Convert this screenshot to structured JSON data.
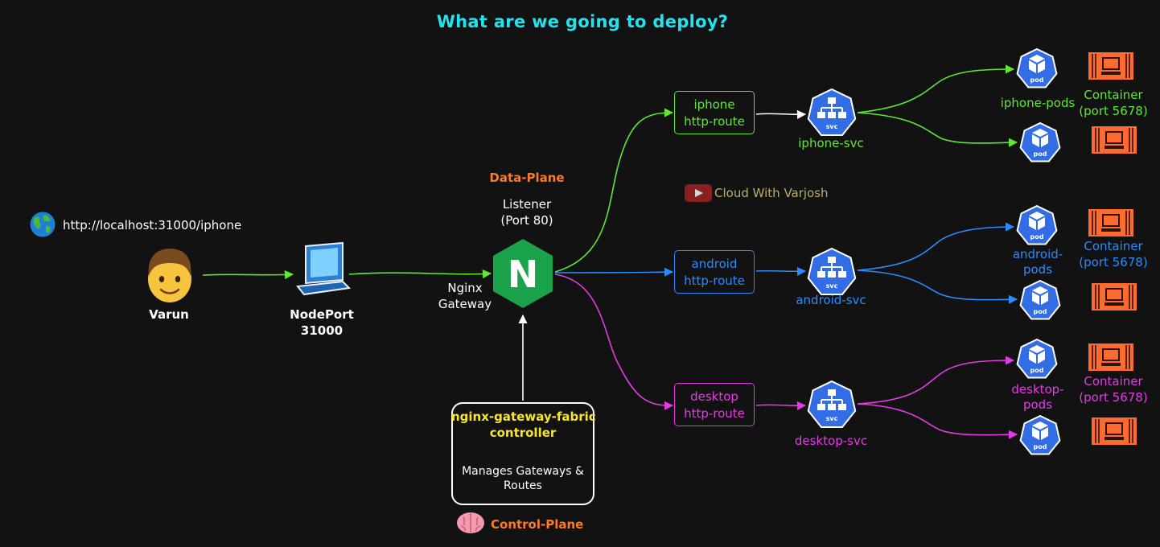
{
  "title": "What are we going to deploy?",
  "url": "http://localhost:31000/iphone",
  "client": {
    "name": "Varun"
  },
  "nodeport": {
    "line1": "NodePort",
    "line2": "31000"
  },
  "gateway": {
    "plane": "Data-Plane",
    "listener_line1": "Listener",
    "listener_line2": "(Port 80)",
    "name_line1": "Nginx",
    "name_line2": "Gateway",
    "logo_letter": "N"
  },
  "controller": {
    "title_line1": "nginx-gateway-fabric",
    "title_line2": "controller",
    "desc_line1": "Manages Gateways &",
    "desc_line2": "Routes",
    "plane": "Control-Plane"
  },
  "watermark": "Cloud With Varjosh",
  "svc_icon_label": "svc",
  "pod_icon_label": "pod",
  "routes": [
    {
      "name": "iphone",
      "route_line1": "iphone",
      "route_line2": "http-route",
      "svc": "iphone-svc",
      "pods_line1": "iphone-pods",
      "pods_line2": "",
      "container_line1": "Container",
      "container_line2": "(port 5678)",
      "color": "#5ee832"
    },
    {
      "name": "android",
      "route_line1": "android",
      "route_line2": "http-route",
      "svc": "android-svc",
      "pods_line1": "android-",
      "pods_line2": "pods",
      "container_line1": "Container",
      "container_line2": "(port 5678)",
      "color": "#2a8cff"
    },
    {
      "name": "desktop",
      "route_line1": "desktop",
      "route_line2": "http-route",
      "svc": "desktop-svc",
      "pods_line1": "desktop-",
      "pods_line2": "pods",
      "container_line1": "Container",
      "container_line2": "(port 5678)",
      "color": "#e53ae6"
    }
  ],
  "colors": {
    "background": "#121212",
    "title": "#22e4f0",
    "plane": "#ff7a28",
    "controller_title": "#f5e62a",
    "k8s_blue": "#326de6",
    "container": "#ff6a2e",
    "nginx": "#1aa34a"
  }
}
